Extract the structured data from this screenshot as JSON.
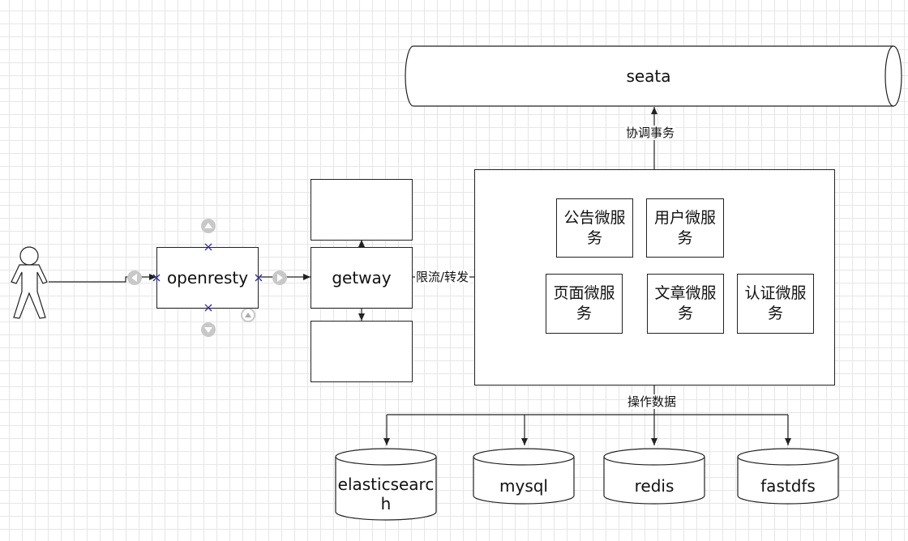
{
  "nodes": {
    "openresty": "openresty",
    "getway": "getway",
    "seata": "seata"
  },
  "services": [
    "公告微服\n务",
    "用户微服\n务",
    "页面微服\n务",
    "文章微服\n务",
    "认证微服\n务"
  ],
  "edge_labels": {
    "rate_limit": "限流/转发",
    "coordinate": "协调事务",
    "operate": "操作数据"
  },
  "databases": [
    "elasticsearch",
    "mysql",
    "redis",
    "fastdfs"
  ],
  "colors": {
    "line": "#222222",
    "grid": "#e6e6e6",
    "handle": "#c8c8c8",
    "connector_x": "#2a2aa8"
  },
  "icons": [
    "person-icon",
    "arrow-up-icon",
    "arrow-down-icon",
    "arrow-left-icon",
    "arrow-right-icon",
    "connection-point-icon"
  ]
}
